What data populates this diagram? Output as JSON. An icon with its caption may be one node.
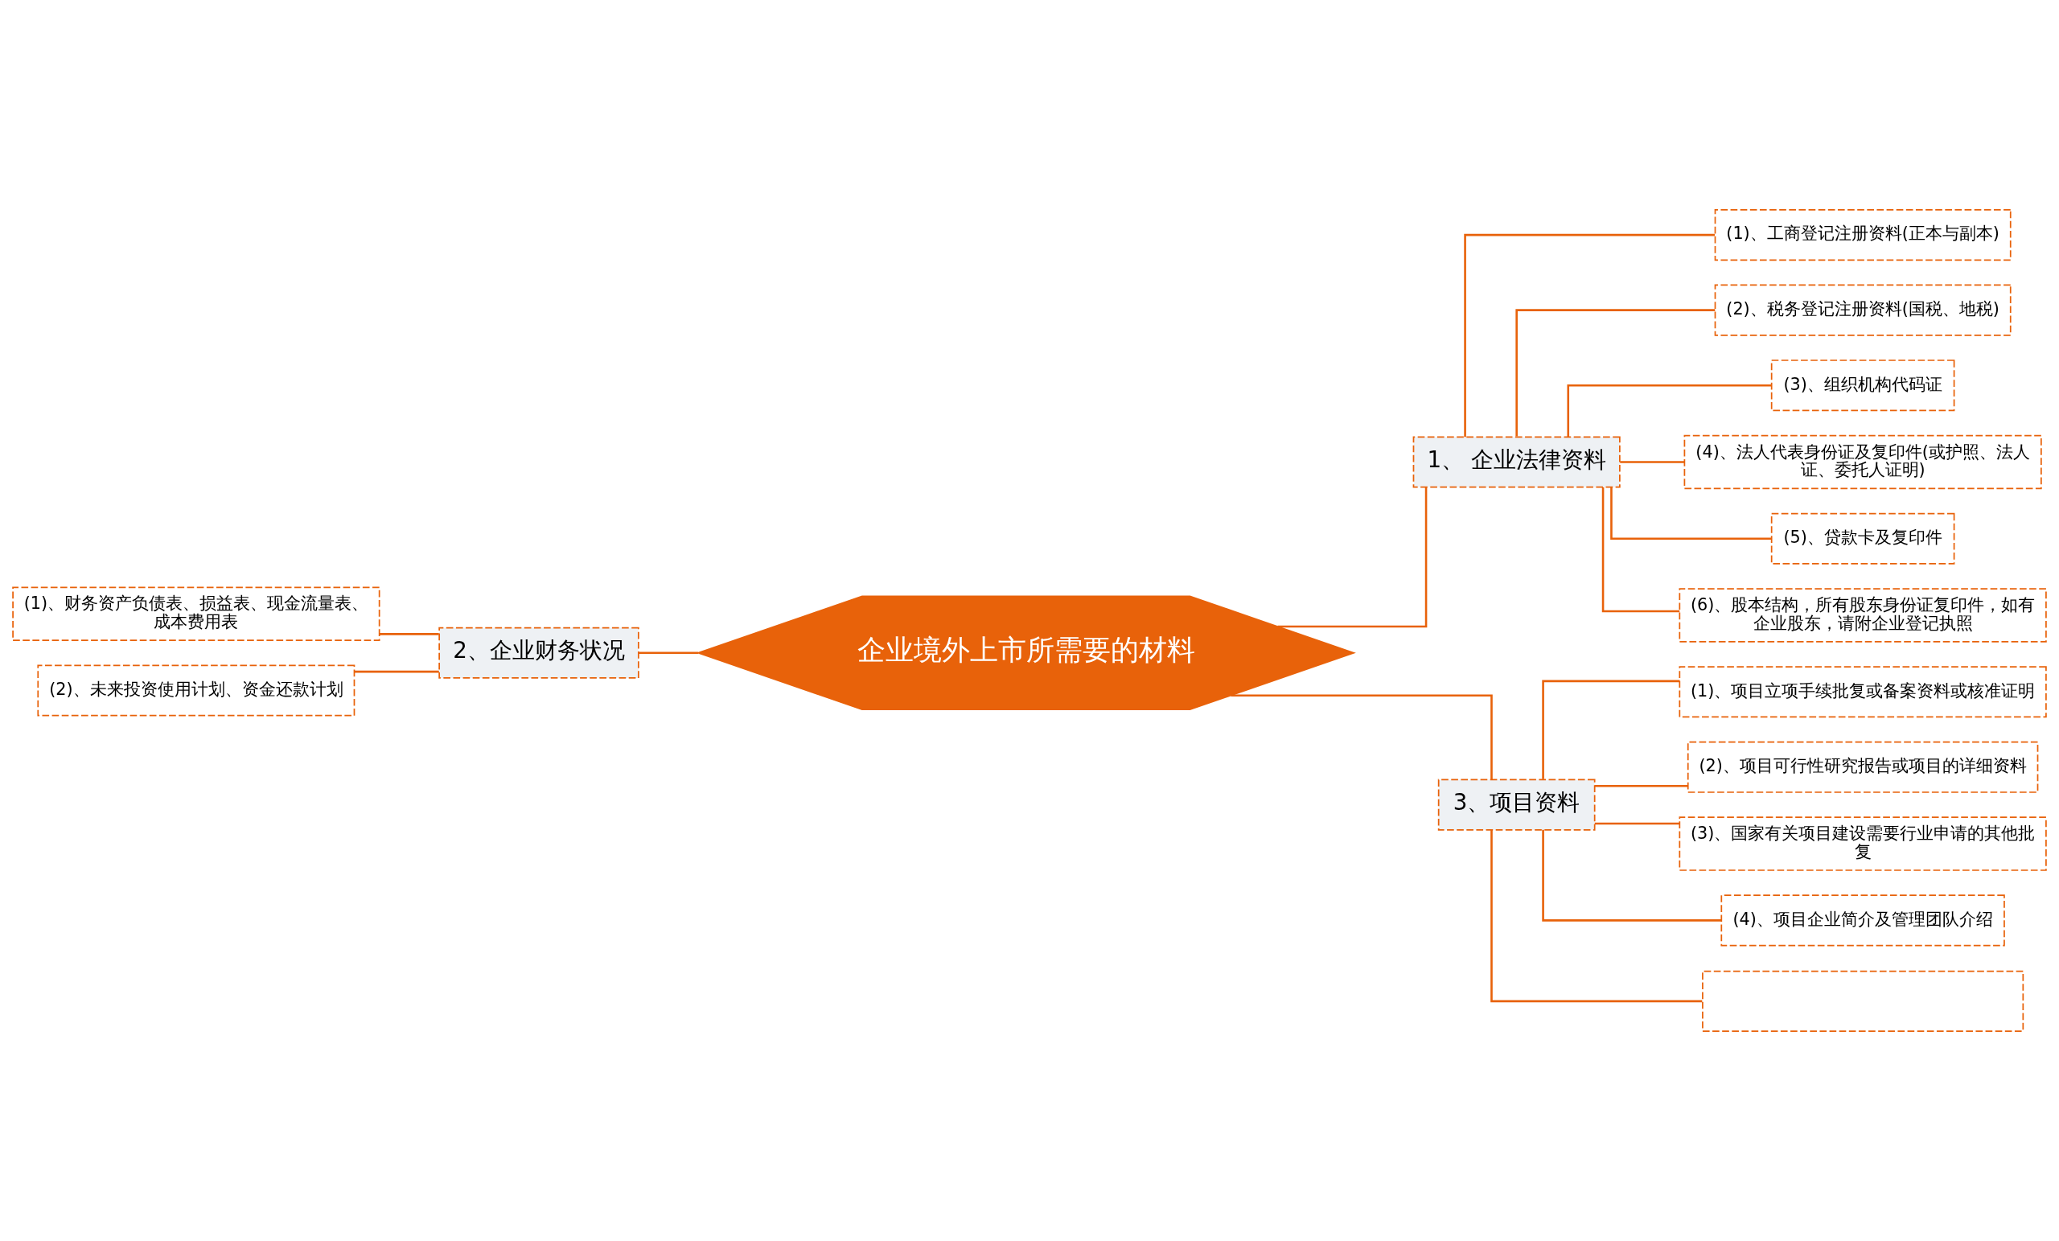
{
  "diagram": {
    "nodes": [
      {
        "text": [
          "企业境外上市所需要的材料"
        ]
      },
      {
        "text": [
          "1、 企业法律资料"
        ]
      },
      {
        "text": [
          "(1)、工商登记注册资料(正本与副本)"
        ]
      },
      {
        "text": [
          "(2)、税务登记注册资料(国税、地税)"
        ]
      },
      {
        "text": [
          "(3)、组织机构代码证"
        ]
      },
      {
        "text": [
          "(4)、法人代表身份证及复印件(或护照、法人证、委托人证明)"
        ]
      },
      {
        "text": [
          "(5)、贷款卡及复印件"
        ]
      },
      {
        "text": [
          "(6)、股本结构，所有股东身份证复印件，如有企业股东，请附企业登记执照"
        ]
      },
      {
        "text": [
          "2、企业财务状况"
        ]
      },
      {
        "text": [
          "(1)、财务资产负债表、损益表、现金流量表、成本费用表"
        ]
      },
      {
        "text": [
          "(2)、未来投资使用计划、资金还款计划"
        ]
      },
      {
        "text": [
          "3、项目资料"
        ]
      },
      {
        "text": [
          "(1)、项目立项手续批复或备案资料或核准证明"
        ]
      },
      {
        "text": [
          "(2)、项目可行性研究报告或项目的详细资料"
        ]
      },
      {
        "text": [
          "(3)、国家有关项目建设需要行业申请的其他批复"
        ]
      },
      {
        "text": [
          "(4)、项目企业简介及管理团队介绍"
        ]
      },
      {
        "text": [],
        "shape": "box"
      }
    ],
    "edges": [
      {
        "from": 0,
        "to": 1,
        "arrow": "none"
      },
      {
        "from": 1,
        "to": 2,
        "arrow": "none"
      },
      {
        "from": 1,
        "to": 3,
        "arrow": "none"
      },
      {
        "from": 1,
        "to": 4,
        "arrow": "none"
      },
      {
        "from": 1,
        "to": 5,
        "arrow": "none"
      },
      {
        "from": 1,
        "to": 6,
        "arrow": "none"
      },
      {
        "from": 1,
        "to": 7,
        "arrow": "none"
      },
      {
        "from": 0,
        "to": 8,
        "arrow": "none"
      },
      {
        "from": 8,
        "to": 9,
        "arrow": "none"
      },
      {
        "from": 8,
        "to": 10,
        "arrow": "none"
      },
      {
        "from": 0,
        "to": 11,
        "arrow": "none"
      },
      {
        "from": 11,
        "to": 12,
        "arrow": "none"
      },
      {
        "from": 11,
        "to": 13,
        "arrow": "none"
      },
      {
        "from": 11,
        "to": 14,
        "arrow": "none"
      },
      {
        "from": 11,
        "to": 15,
        "arrow": "none"
      },
      {
        "from": 11,
        "to": 16,
        "arrow": "none"
      }
    ]
  }
}
